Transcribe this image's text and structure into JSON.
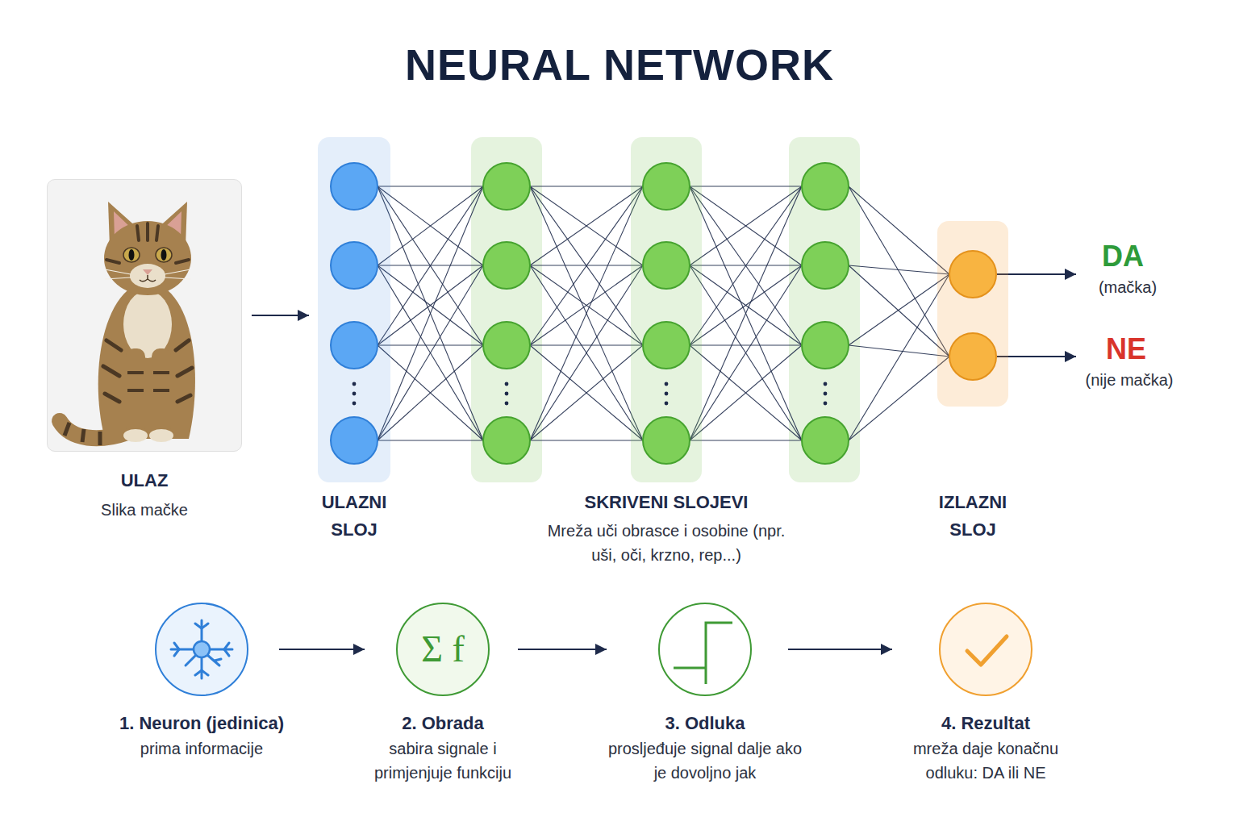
{
  "diagram": {
    "title": "NEURAL NETWORK",
    "nodes": [
      {
        "text": [
          "ULAZ",
          "Slika mačke"
        ]
      },
      {
        "text": [
          "ULAZNI SLOJ"
        ]
      },
      {
        "text": [
          "SKRIVENI SLOJEVI",
          "Mreža uči obrasce i osobine (npr. uši, oči, krzno, rep...)"
        ]
      },
      {
        "text": [
          "IZLAZNI SLOJ"
        ]
      },
      {
        "text": [
          "1. Neuron (jedinica)",
          "prima informacije"
        ]
      },
      {
        "text": [
          "Σ f",
          "2. Obrada",
          "sabira signale i primjenjuje funkciju"
        ]
      },
      {
        "text": [
          "3. Odluka",
          "prosljeđuje signal dalje ako je dovoljno jak"
        ]
      },
      {
        "text": [
          "4. Rezultat",
          "mreža daje konačnu odluku: DA ili NE"
        ]
      }
    ],
    "edges": [
      {
        "from": 0,
        "to": 1,
        "arrow": "to"
      },
      {
        "from": 4,
        "to": 5,
        "arrow": "to"
      },
      {
        "from": 5,
        "to": 6,
        "arrow": "to"
      },
      {
        "from": 6,
        "to": 7,
        "arrow": "to"
      }
    ],
    "labels": [
      "DA",
      "(mačka)",
      "NE",
      "(nije mačka)"
    ]
  }
}
